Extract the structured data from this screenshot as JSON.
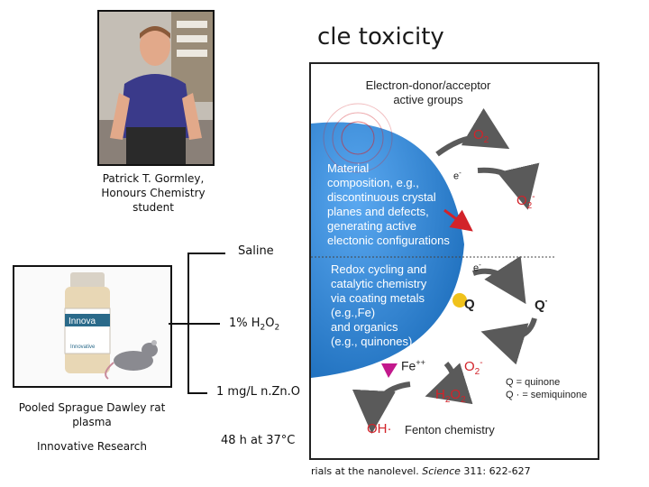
{
  "slide": {
    "title": "cle toxicity",
    "photo_caption": [
      "Patrick T. Gormley,",
      "Honours Chemistry",
      "student"
    ],
    "product_caption": [
      "Pooled Sprague Dawley rat",
      "plasma"
    ],
    "supplier": "Innovative Research",
    "product_label": "Innova",
    "product_brand": "Innovative",
    "treatments": {
      "saline": "Saline",
      "h2o2_prefix": "1% H",
      "h2o2_sub1": "2",
      "h2o2_mid": "O",
      "h2o2_sub2": "2",
      "nzno": "1 mg/L n.Zn.O",
      "incubation": "48 h at 37°C"
    },
    "citation_text": "rials at the nanolevel. ",
    "citation_journal": "Science",
    "citation_ref": " 311: 622-627"
  },
  "figure": {
    "header": [
      "Electron-donor/acceptor",
      "active groups"
    ],
    "material_text": [
      "Material",
      "composition, e.g.,",
      "discontinuous crystal",
      "planes and defects,",
      "generating active",
      "electonic configurations"
    ],
    "redox_text": [
      "Redox cycling and",
      "catalytic chemistry",
      "via coating metals",
      "(e.g.,Fe)",
      "and organics",
      "(e.g., quinones)"
    ],
    "o2": "O",
    "o2_sub": "2",
    "o2_minus": "O",
    "o2_minus_sub": "2",
    "o2_minus_sup": "-",
    "e_minus_1": "e",
    "e_minus_2": "e",
    "q": "Q",
    "q_minus": "Q",
    "fe": "Fe",
    "fe_sup": "++",
    "o2_minus_2": "O",
    "o2_minus_2_sub": "2",
    "o2_minus_2_sup": "-",
    "q_legend": "Q = quinone",
    "q_minus_legend": "Q · = semiquinone",
    "h2o2": "H",
    "h2o2_sub1": "2",
    "h2o2_mid": "O",
    "h2o2_sub2": "2",
    "oh": "OH·",
    "fenton": "Fenton chemistry"
  },
  "colors": {
    "blue_sphere": "#2f87d8",
    "red_arrow": "#d2232a",
    "gray_arrow": "#5a5a5a",
    "yellow_dot": "#f0c21b",
    "magenta_dot": "#c2188c"
  }
}
